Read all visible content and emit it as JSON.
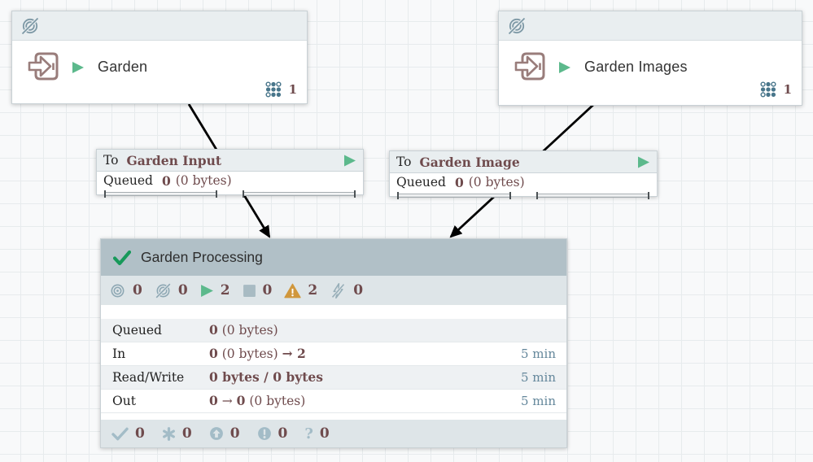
{
  "colors": {
    "maroon": "#6f4b4d",
    "run_green": "#5cb98c",
    "check_green": "#17995a",
    "warn_amber": "#d0973c",
    "icon_blue_gray": "#8da7b3",
    "time_blue": "#64879b",
    "pg_header_bg": "#b1c0c7",
    "bar_bg": "#dee5e8"
  },
  "ports": [
    {
      "name": "Garden",
      "count": "1"
    },
    {
      "name": "Garden Images",
      "count": "1"
    }
  ],
  "connections": [
    {
      "prefix": "To",
      "name": "Garden Input",
      "queued_label": "Queued",
      "count": "0",
      "size": "(0 bytes)"
    },
    {
      "prefix": "To",
      "name": "Garden Image",
      "queued_label": "Queued",
      "count": "0",
      "size": "(0 bytes)"
    }
  ],
  "process_group": {
    "name": "Garden Processing",
    "badges": {
      "transmitting": "0",
      "not_transmitting": "0",
      "running": "2",
      "stopped": "0",
      "invalid": "2",
      "disabled": "0"
    },
    "stats": [
      {
        "label": "Queued",
        "parts": [
          {
            "text": "0",
            "bold": true
          },
          {
            "text": " (0 bytes)",
            "bold": false
          }
        ],
        "time": ""
      },
      {
        "label": "In",
        "parts": [
          {
            "text": "0",
            "bold": true
          },
          {
            "text": " (0 bytes) ",
            "bold": false
          },
          {
            "text": "→ 2",
            "bold": true
          }
        ],
        "time": "5 min"
      },
      {
        "label": "Read/Write",
        "parts": [
          {
            "text": "0 bytes / 0 bytes",
            "bold": true
          }
        ],
        "time": "5 min"
      },
      {
        "label": "Out",
        "parts": [
          {
            "text": "0",
            "bold": true
          },
          {
            "text": " → ",
            "bold": false
          },
          {
            "text": "0",
            "bold": true
          },
          {
            "text": " (0 bytes)",
            "bold": false
          }
        ],
        "time": "5 min"
      }
    ],
    "versioned": {
      "up_to_date": "0",
      "locally_modified": "0",
      "stale": "0",
      "locally_modified_and_stale": "0",
      "sync_failure": "0"
    }
  }
}
